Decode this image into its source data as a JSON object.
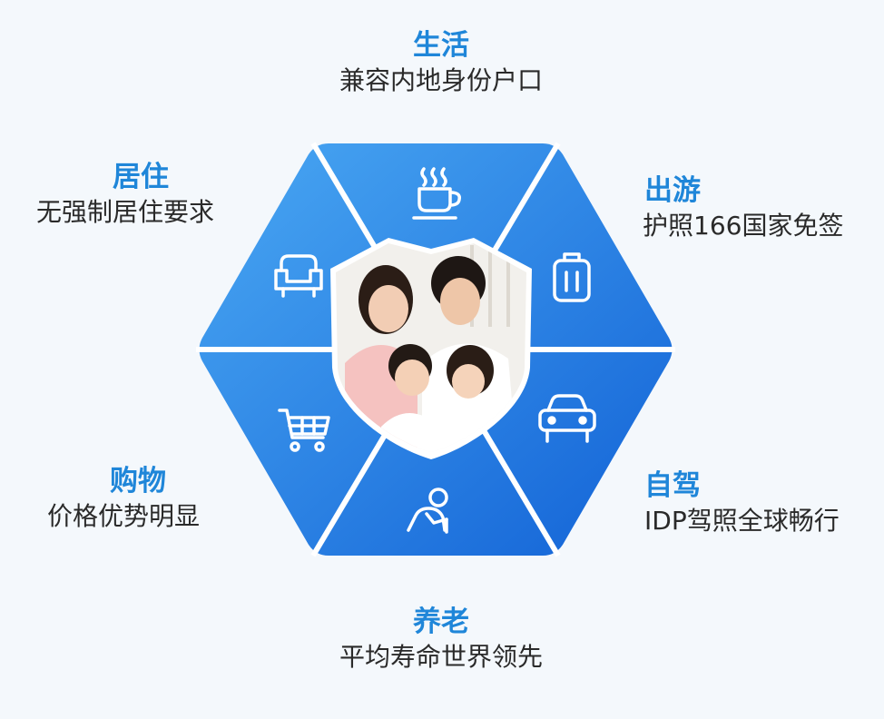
{
  "colors": {
    "accent_text": "#1f86d9",
    "body_text": "#2a2a2a",
    "hex_light": "#4aa8f3",
    "hex_dark": "#1262d6",
    "separator": "#ffffff"
  },
  "segments": [
    {
      "key": "life",
      "title": "生活",
      "desc": "兼容内地身份户口",
      "icon": "coffee-cup-icon"
    },
    {
      "key": "travel",
      "title": "出游",
      "desc": "护照166国家免签",
      "icon": "luggage-icon"
    },
    {
      "key": "drive",
      "title": "自驾",
      "desc": "IDP驾照全球畅行",
      "icon": "car-icon"
    },
    {
      "key": "retire",
      "title": "养老",
      "desc": "平均寿命世界领先",
      "icon": "elderly-person-icon"
    },
    {
      "key": "shopping",
      "title": "购物",
      "desc": "价格优势明显",
      "icon": "shopping-cart-icon"
    },
    {
      "key": "living",
      "title": "居住",
      "desc": "无强制居住要求",
      "icon": "armchair-icon"
    }
  ],
  "center_image": "family-photo-in-shield"
}
